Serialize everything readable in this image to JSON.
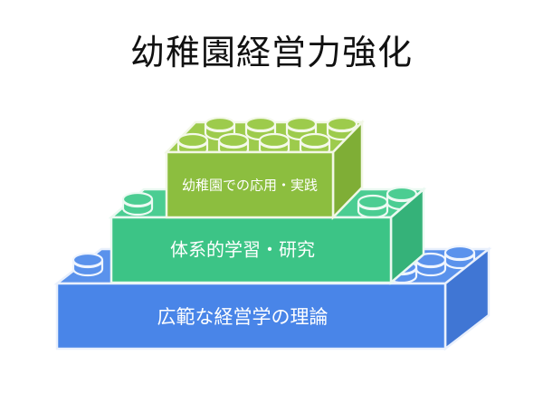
{
  "slide": {
    "background_color": "#ffffff",
    "title": "幼稚園経営力強化"
  },
  "diagram": {
    "type": "stacked-lego-pyramid",
    "description": "3段に積み重なったレゴブロックのピラミッド図",
    "layer_count": 3,
    "layers": [
      {
        "level": 3,
        "position": "top",
        "label": "幼稚園での応用・実践",
        "face_color": "#8CBE3F",
        "top_color": "#9DCB4C",
        "side_color": "#7FAE36",
        "edge_color": "#F2F7E6",
        "stud_rows": 2,
        "stud_columns": 4
      },
      {
        "level": 2,
        "position": "middle",
        "label": "体系的学習・研究",
        "face_color": "#3CC486",
        "top_color": "#4BCD92",
        "side_color": "#35B279",
        "edge_color": "#EAF9F1",
        "stud_rows": 2,
        "stud_columns": 6
      },
      {
        "level": 1,
        "position": "bottom",
        "label": "広範な経営学の理論",
        "face_color": "#4985E8",
        "top_color": "#5A92EC",
        "side_color": "#4076D4",
        "edge_color": "#E9F0FC",
        "stud_rows": 2,
        "stud_columns": 8
      }
    ]
  }
}
